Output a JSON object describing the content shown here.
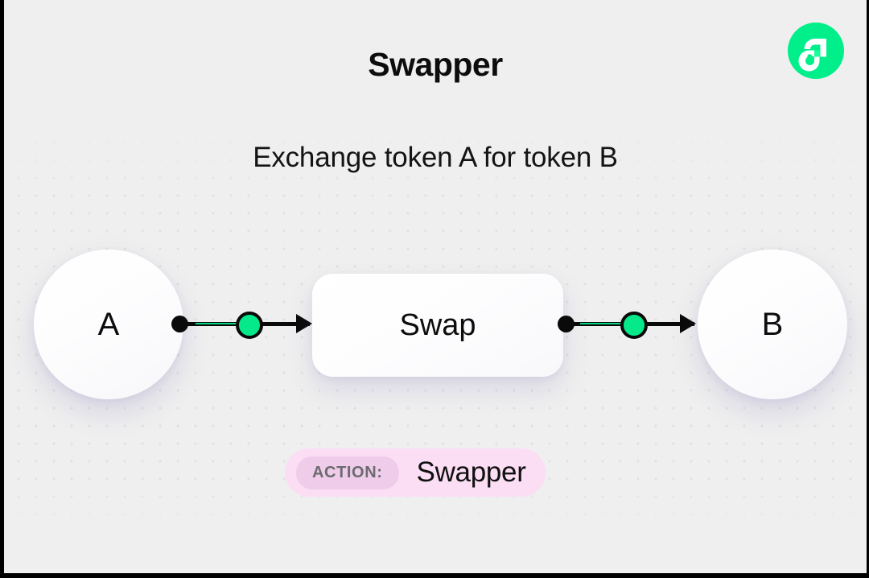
{
  "canvas": {
    "background_color": "#efefef",
    "frame_color": "#000000",
    "dot_color": "#e1e1e1"
  },
  "header": {
    "title": "Swapper",
    "subtitle": "Exchange token A for token B"
  },
  "logo": {
    "name": "flow-logo",
    "brand_color": "#00ef8b",
    "mark_color": "#ffffff",
    "accent_color": "#16ff99"
  },
  "diagram": {
    "type": "flow",
    "nodes": [
      {
        "id": "a",
        "label": "A",
        "shape": "circle"
      },
      {
        "id": "swap",
        "label": "Swap",
        "shape": "rounded-rect"
      },
      {
        "id": "b",
        "label": "B",
        "shape": "circle"
      }
    ],
    "edges": [
      {
        "from": "a",
        "to": "swap",
        "marker_color": "#05e98a",
        "line_color": "#0a0a0a"
      },
      {
        "from": "swap",
        "to": "b",
        "marker_color": "#05e98a",
        "line_color": "#0a0a0a"
      }
    ]
  },
  "action": {
    "key_label": "ACTION:",
    "value_label": "Swapper",
    "badge_color": "#fbdef4",
    "key_chip_color": "#efccea",
    "key_text_color": "#6b6b70"
  }
}
